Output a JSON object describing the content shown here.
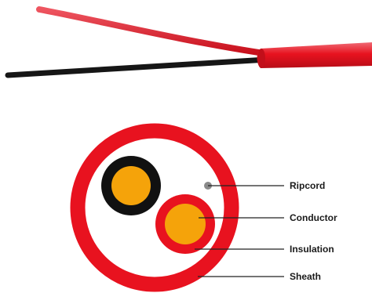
{
  "diagram": {
    "labels": {
      "ripcord": "Ripcord",
      "conductor": "Conductor",
      "insulation": "Insulation",
      "sheath": "Sheath"
    },
    "colors": {
      "sheath": "#e8121f",
      "cable_highlight": "#ef6a74",
      "cable_shadow": "#b70d17",
      "black_insulation": "#111111",
      "red_insulation": "#e8121f",
      "conductor": "#f5a30a",
      "ripcord": "#8a8a8a",
      "leader_line": "#222222",
      "label_text": "#1a1a1a"
    }
  }
}
